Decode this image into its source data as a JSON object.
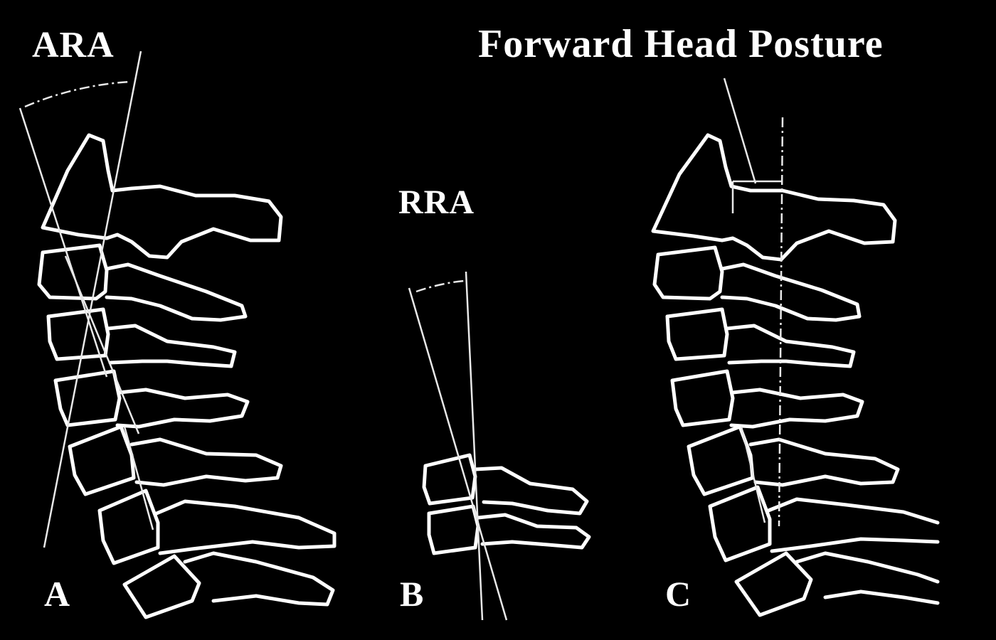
{
  "labels": {
    "ara": "ARA",
    "rra": "RRA",
    "forward_head_posture": "Forward Head Posture",
    "panel_a": "A",
    "panel_b": "B",
    "panel_c": "C"
  },
  "colors": {
    "background": "#000000",
    "line": "#ffffff"
  }
}
